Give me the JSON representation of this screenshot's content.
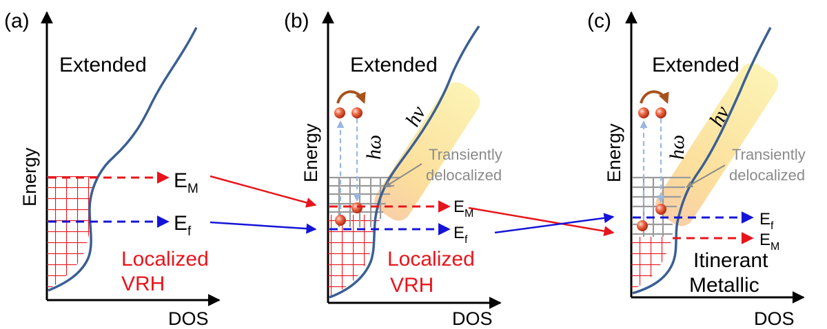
{
  "panels": {
    "a": {
      "tag": "(a)",
      "extended": "Extended",
      "ylabel": "Energy",
      "xlabel": "DOS",
      "em": "E",
      "em_sub": "M",
      "ef": "E",
      "ef_sub": "f",
      "localized": "Localized",
      "vrh": "VRH"
    },
    "b": {
      "tag": "(b)",
      "extended": "Extended",
      "ylabel": "Energy",
      "xlabel": "DOS",
      "hv": "hν",
      "hw": "hω",
      "transient1": "Transiently",
      "transient2": "delocalized",
      "em": "E",
      "em_sub": "M",
      "ef": "E",
      "ef_sub": "f",
      "localized": "Localized",
      "vrh": "VRH"
    },
    "c": {
      "tag": "(c)",
      "extended": "Extended",
      "ylabel": "Energy",
      "xlabel": "DOS",
      "hv": "hν",
      "hw": "hω",
      "transient1": "Transiently",
      "transient2": "delocalized",
      "ef": "E",
      "ef_sub": "f",
      "em": "E",
      "em_sub": "M",
      "itinerant": "Itinerant",
      "metallic": "Metallic"
    }
  },
  "colors": {
    "curve": "#3a5f94",
    "red": "#e8141b",
    "blue": "#1414d8",
    "gray": "#8a8a8a",
    "highlight": "#fbe79a",
    "electron": "#e8543a",
    "hop-arrow": "#a8521e",
    "dashed-light": "#9ab7df"
  }
}
